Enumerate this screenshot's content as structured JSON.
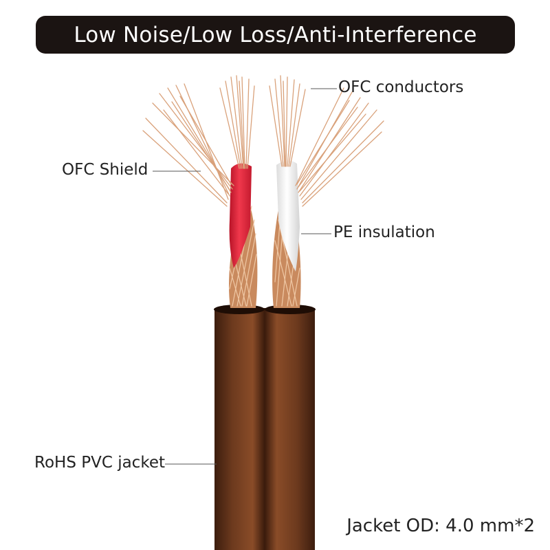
{
  "title": "Low Noise/Low Loss/Anti-Interference",
  "labels": {
    "ofc_conductors": "OFC conductors",
    "ofc_shield": "OFC Shield",
    "pe_insulation": "PE insulation",
    "rohs_pvc_jacket": "RoHS PVC jacket"
  },
  "spec": "Jacket OD: 4.0 mm*2",
  "colors": {
    "banner": "#1b1412",
    "jacket": "#6e3a1e",
    "copper": "#d9a17a",
    "insulation_left": "#e3283c",
    "insulation_right": "#f2f2f2"
  }
}
